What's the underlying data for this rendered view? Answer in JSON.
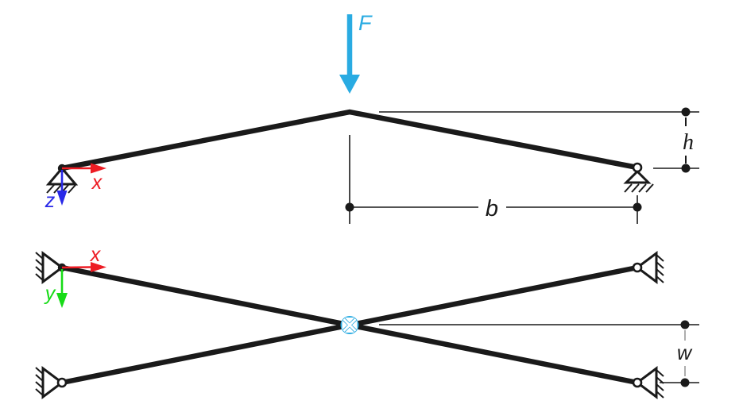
{
  "labels": {
    "force": "F",
    "axis_x_side": "x",
    "axis_z": "z",
    "axis_x_plan": "x",
    "axis_y": "y",
    "dim_b": "b",
    "dim_h": "h",
    "dim_w": "w"
  },
  "colors": {
    "force": "#29ABE2",
    "axis_x": "#ED1C24",
    "axis_z": "#2929E8",
    "axis_y": "#17DB17",
    "structure": "#1A1A1A",
    "dim_tick_gray": "#999999"
  },
  "icons": {
    "force_arrow": "down-arrow",
    "force_into_page": "circled-x",
    "pin_support": "hatched-triangle",
    "hinge": "open-circle",
    "dimension_marker": "filled-dot"
  }
}
